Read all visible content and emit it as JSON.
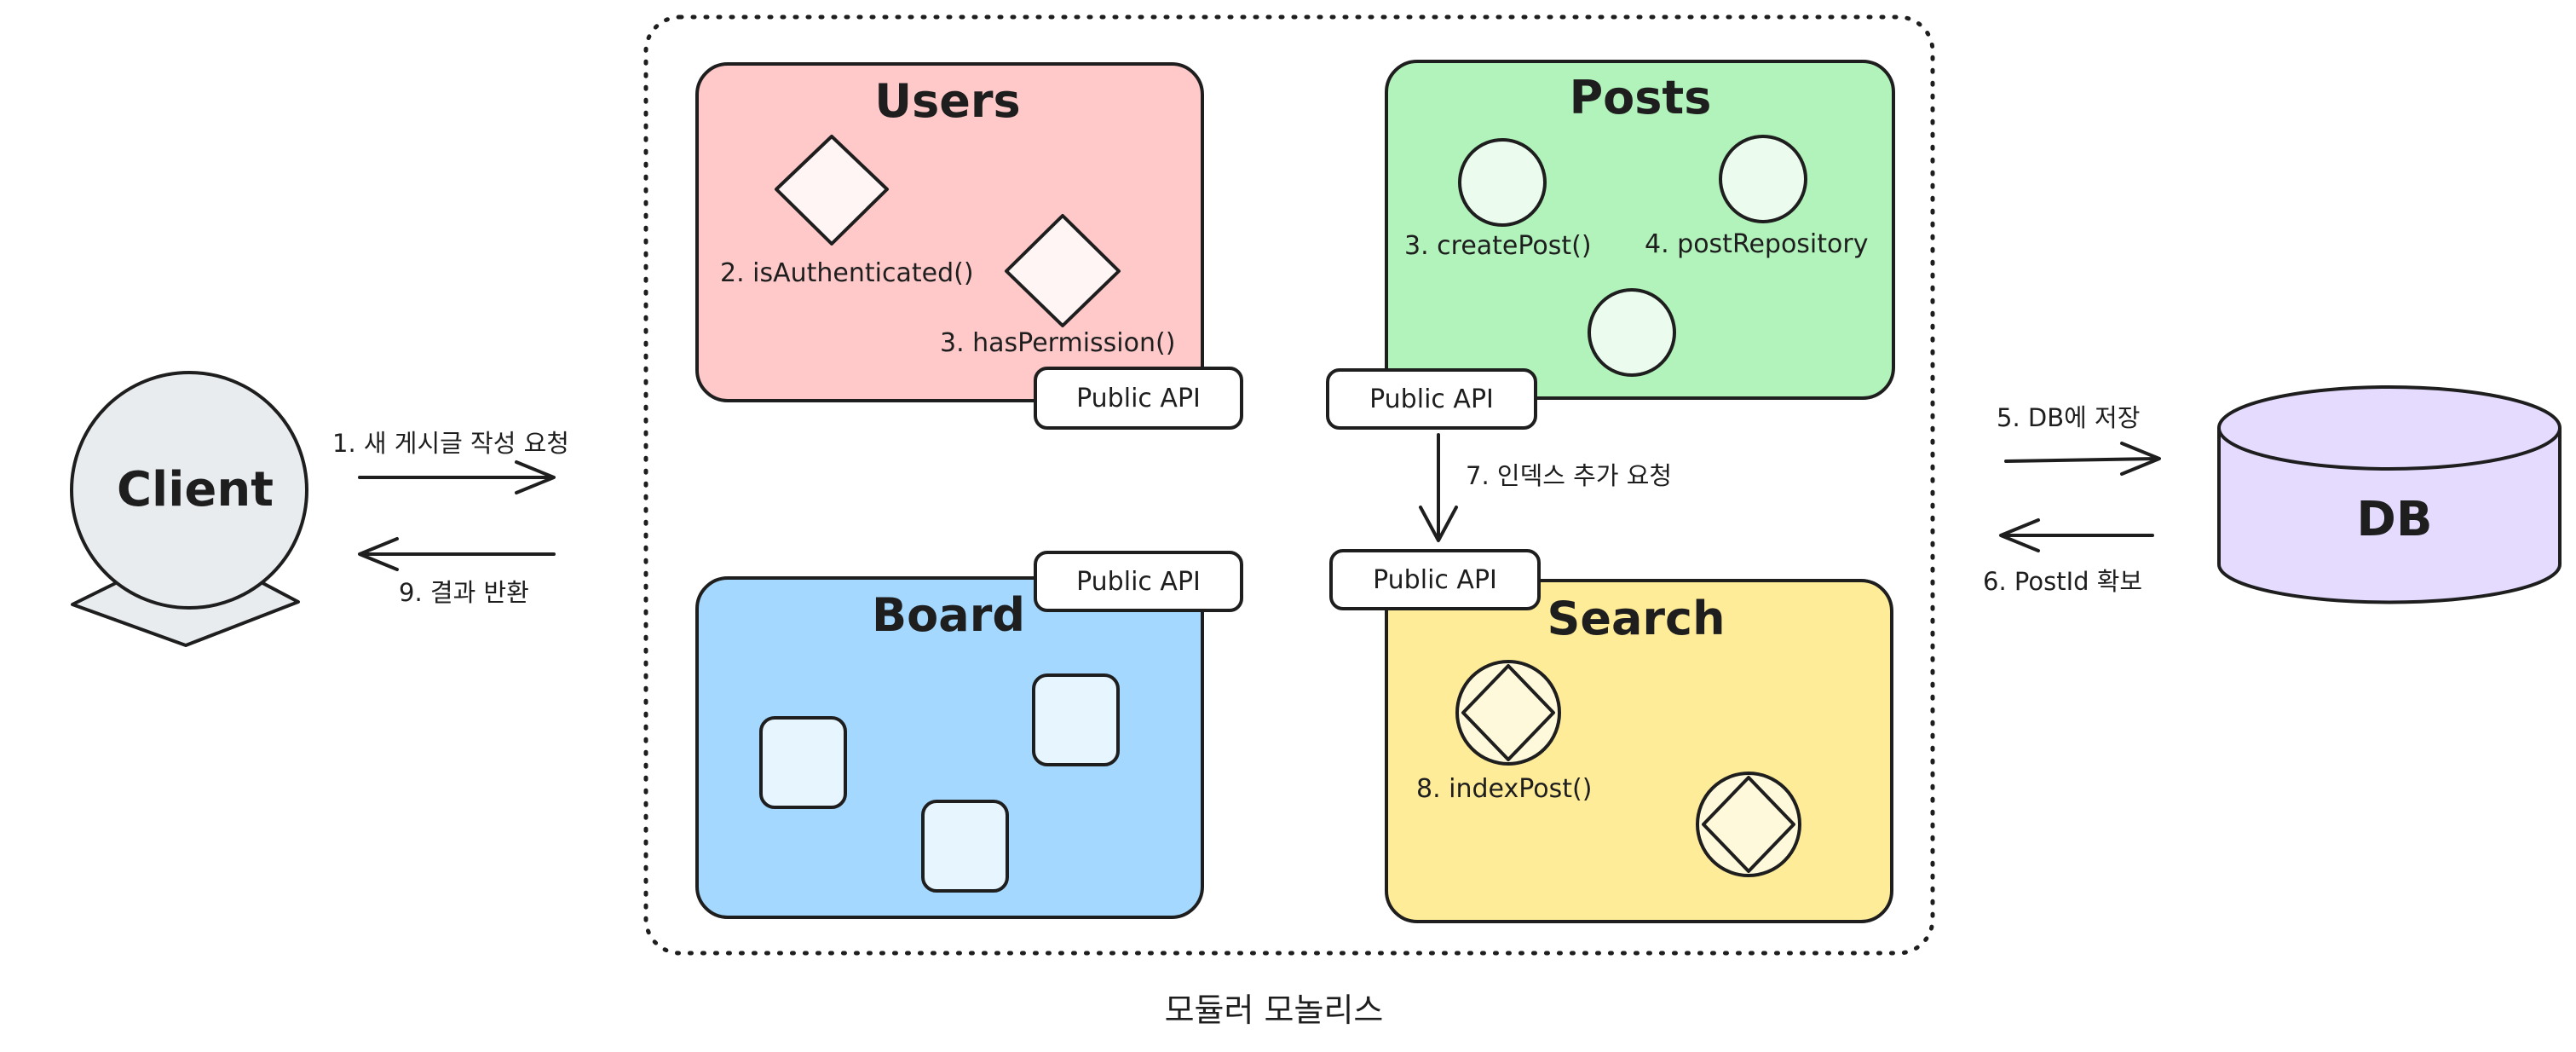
{
  "diagram": {
    "caption": "모듈러 모놀리스",
    "client": {
      "label": "Client"
    },
    "db": {
      "label": "DB"
    },
    "modules": {
      "users": {
        "title": "Users",
        "public_api": "Public API",
        "fn_1": "2. isAuthenticated()",
        "fn_2": "3. hasPermission()"
      },
      "posts": {
        "title": "Posts",
        "public_api": "Public API",
        "fn_1": "3. createPost()",
        "fn_2": "4. postRepository"
      },
      "board": {
        "title": "Board",
        "public_api": "Public API"
      },
      "search": {
        "title": "Search",
        "public_api": "Public API",
        "fn_1": "8. indexPost()"
      }
    },
    "messages": {
      "request": "1. 새 게시글 작성 요청",
      "response": "9. 결과 반환",
      "save": "5. DB에 저장",
      "postid": "6. PostId 확보",
      "index": "7. 인덱스 추가 요청"
    },
    "colors": {
      "users_fill": "#ffc9c9",
      "posts_fill": "#b2f2bb",
      "board_fill": "#a5d8ff",
      "search_fill": "#ffec99",
      "client_fill": "#e9ecef",
      "db_fill": "#e5dbff",
      "stroke": "#1e1e1e"
    }
  }
}
